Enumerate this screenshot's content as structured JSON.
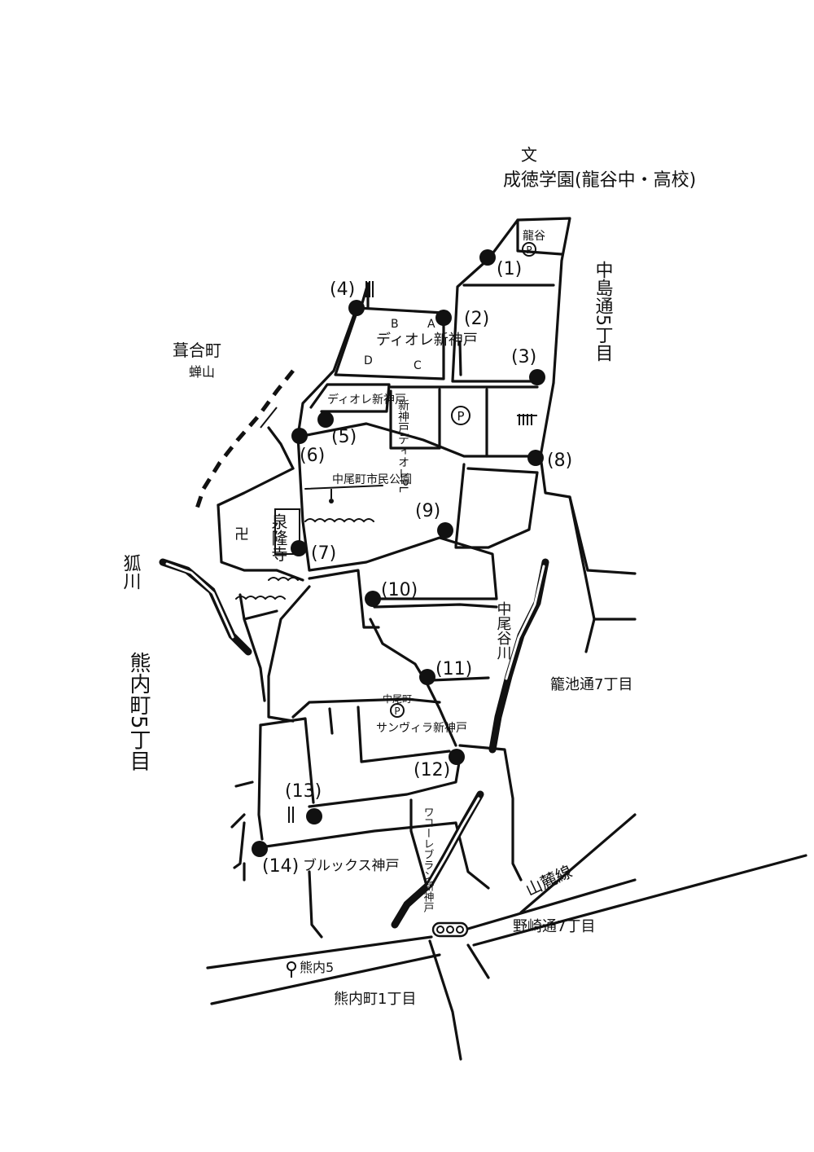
{
  "labels": {
    "school_symbol": "文",
    "school": "成徳学園(龍谷中・高校)",
    "ryukoku": "龍谷",
    "nakajima": "中島通5丁目",
    "fukiai": "葺合町",
    "hiyoriyama": "蝉山",
    "kitsunegawa": "狐川",
    "kumauchi5": "熊内町5丁目",
    "dioru_top": "ディオレ新神戸",
    "dioru_mid": "ディオレ新神戸",
    "dioru_pl": "新神戸ディオレPL",
    "park": "中尾町市民公園",
    "temple": "泉隆寺",
    "nakaodani": "中尾谷川",
    "tatsuike": "籠池通7丁目",
    "nakaomachi_p": "中尾町",
    "sunvilla": "サンヴィラ新神戸",
    "wakore": "ワコーレブラン新神戸",
    "brooks": "ブルックス神戸",
    "sanroku": "山麓線",
    "nozaki": "野崎通7丁目",
    "kumauchi5_stop": "熊内5",
    "kumauchi1": "熊内町1丁目",
    "temple_symbol": "卍",
    "parking": "P",
    "block_a": "A",
    "block_b": "B",
    "block_c": "C",
    "block_d": "D"
  },
  "stops": [
    "(1)",
    "(2)",
    "(3)",
    "(4)",
    "(5)",
    "(6)",
    "(7)",
    "(8)",
    "(9)",
    "(10)",
    "(11)",
    "(12)",
    "(13)",
    "(14)"
  ]
}
